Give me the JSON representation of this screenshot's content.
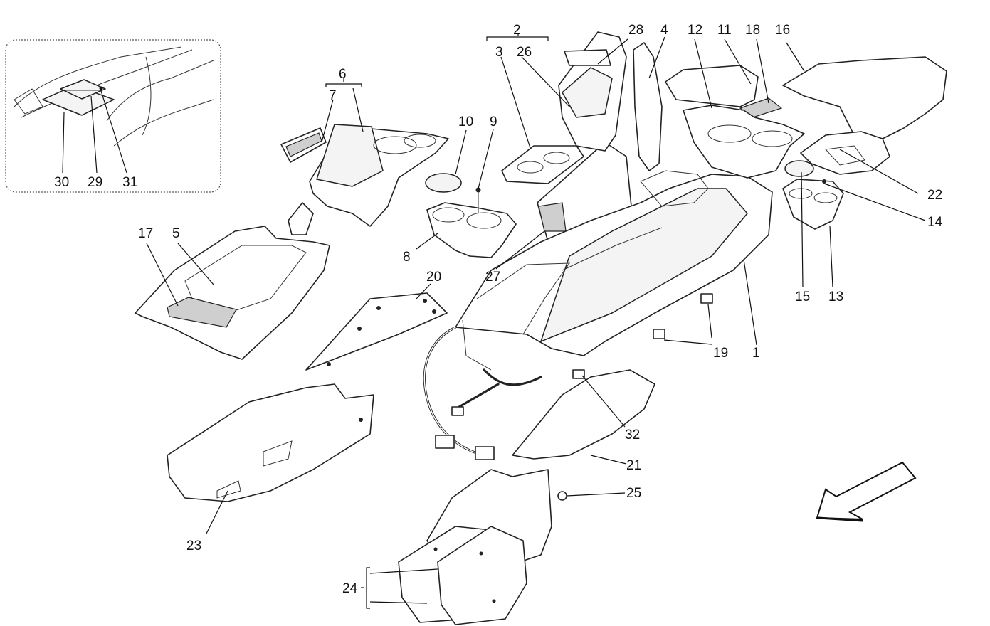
{
  "callouts": {
    "c1": "1",
    "c2": "2",
    "c3": "3",
    "c4": "4",
    "c5": "5",
    "c6": "6",
    "c7": "7",
    "c8": "8",
    "c9": "9",
    "c10": "10",
    "c11": "11",
    "c12": "12",
    "c13": "13",
    "c14": "14",
    "c15": "15",
    "c16": "16",
    "c17": "17",
    "c18": "18",
    "c19": "19",
    "c20": "20",
    "c21": "21",
    "c22": "22",
    "c23": "23",
    "c24": "24",
    "c25": "25",
    "c26": "26",
    "c27": "27",
    "c28": "28",
    "c29": "29",
    "c30": "30",
    "c31": "31",
    "c32": "32"
  },
  "icons": {
    "orientation_arrow": "direction-arrow-icon"
  }
}
